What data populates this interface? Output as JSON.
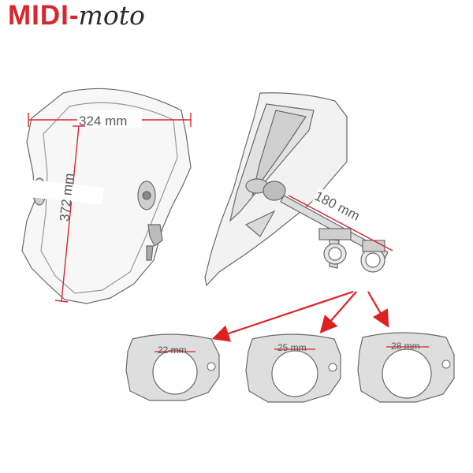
{
  "brand": {
    "name": "MIDI",
    "separator": "-",
    "suffix": "moto",
    "accent_color": "#d8262c"
  },
  "dimensions": {
    "width": "324 mm",
    "height": "372 mm",
    "arm_length": "180 mm"
  },
  "clamps": [
    {
      "label": "22 mm"
    },
    {
      "label": "25 mm"
    },
    {
      "label": "28 mm"
    }
  ],
  "colors": {
    "measure": "#d8262c",
    "outline": "#6a6a6a",
    "arrow": "#e02020"
  }
}
